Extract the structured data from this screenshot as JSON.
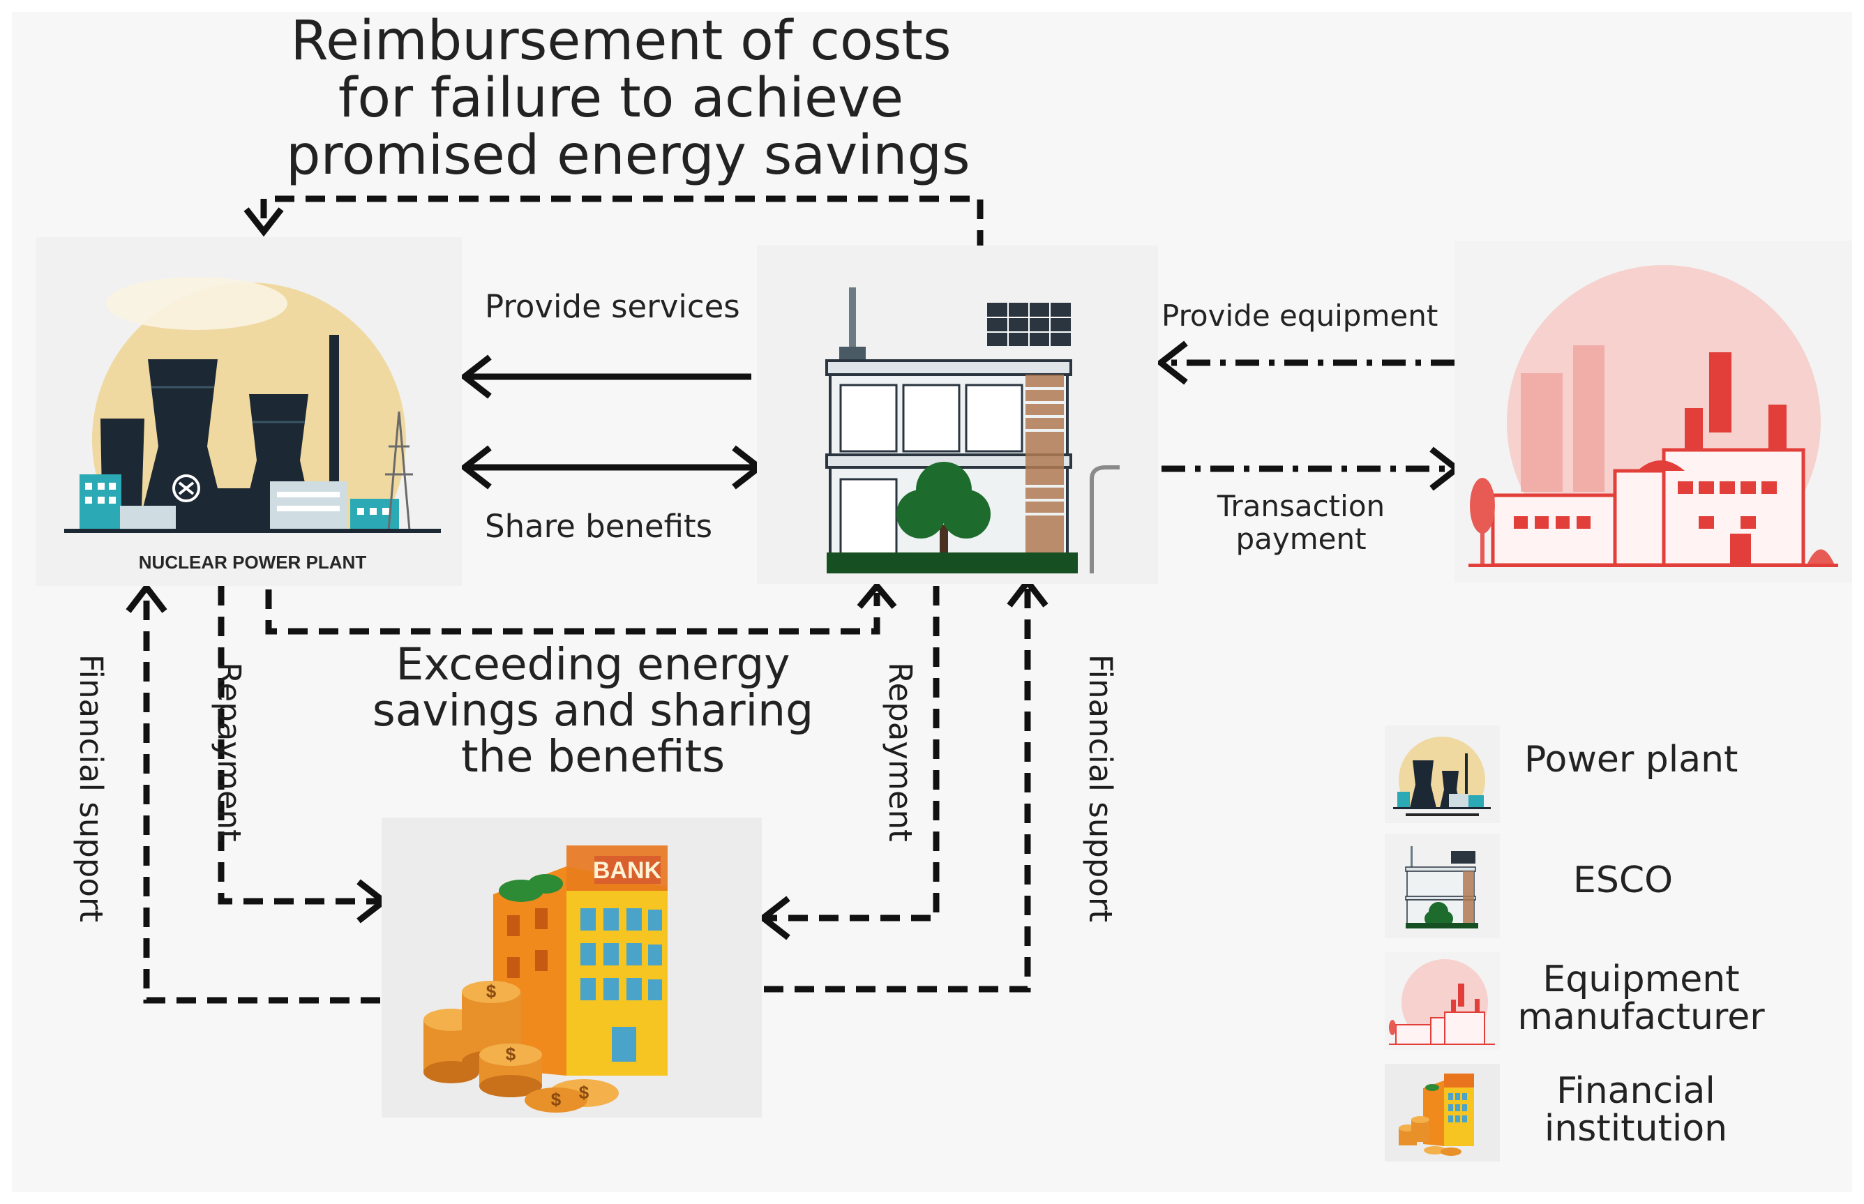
{
  "diagram": {
    "top_label": {
      "line1": "Reimbursement of costs",
      "line2": "for failure to achieve",
      "line3": "promised energy savings"
    },
    "edges": {
      "provide_services": "Provide services",
      "share_benefits": "Share benefits",
      "provide_equipment": "Provide equipment",
      "transaction_payment_line1": "Transaction",
      "transaction_payment_line2": "payment",
      "exceeding_line1": "Exceeding energy",
      "exceeding_line2": "savings and sharing",
      "exceeding_line3": "the benefits",
      "repayment_left": "Repayment",
      "repayment_right": "Repayment",
      "financial_support_left": "Financial support",
      "financial_support_right": "Financial support"
    },
    "nodes": {
      "power_plant_caption": "NUCLEAR POWER PLANT",
      "bank_sign": "BANK"
    },
    "legend": [
      {
        "label": "Power plant",
        "icon": "power-plant-icon"
      },
      {
        "label": "ESCO",
        "icon": "esco-building-icon"
      },
      {
        "label_line1": "Equipment",
        "label_line2": "manufacturer",
        "icon": "factory-icon"
      },
      {
        "label_line1": "Financial",
        "label_line2": "institution",
        "icon": "bank-icon"
      }
    ],
    "colors": {
      "background": "#f7f7f7",
      "arrow": "#111111",
      "plant_sun": "#efd9a0",
      "plant_dark": "#1c2833",
      "plant_teal": "#2ba9b4",
      "factory_red": "#e23f3a",
      "factory_pink": "#f7c5c0",
      "bank_orange": "#f08a1c",
      "bank_yellow": "#f6c521",
      "coin": "#e8912a",
      "tree_green": "#1e6b2e"
    }
  }
}
